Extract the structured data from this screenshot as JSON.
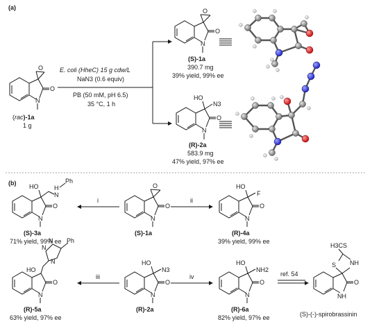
{
  "panels": {
    "a_label": "(a)",
    "b_label": "(b)"
  },
  "panel_a": {
    "start": {
      "label_prefix": "(",
      "label_rac": "rac",
      "label_suffix": ")-1a",
      "mass": "1 g"
    },
    "conditions": {
      "line1": "E. coli (HheC) 15 g cdw/L",
      "line2": "NaN3 (0.6 equiv)",
      "line3": "PB (50 mM, pH 6.5)",
      "line4": "35 °C, 1 h"
    },
    "product_top": {
      "label": "(S)-1a",
      "mass": "390.7 mg",
      "yield": "39% yield, 99% ee"
    },
    "product_bottom": {
      "label": "(R)-2a",
      "mass": "583.9 mg",
      "yield": "47% yield, 97% ee"
    }
  },
  "panel_b": {
    "center_top": {
      "label": "(S)-1a"
    },
    "left_top": {
      "label": "(S)-3a",
      "yield": "71% yield, 99% ee",
      "substituent": "Ph"
    },
    "right_top": {
      "label": "(R)-4a",
      "yield": "39% yield, 99% ee",
      "substituent": "F"
    },
    "center_bottom": {
      "label": "(R)-2a"
    },
    "left_bottom": {
      "label": "(R)-5a",
      "yield": "63% yield, 97% ee",
      "substituent": "Ph"
    },
    "right_bottom": {
      "label": "(R)-6a",
      "yield": "82% yield, 97% ee",
      "substituent": "NH2"
    },
    "final": {
      "label": "(S)-(-)-spirobrassinin",
      "substituent": "H3CS",
      "ref": "ref. 54"
    },
    "steps": {
      "i": "i",
      "ii": "ii",
      "iii": "iii",
      "iv": "iv"
    }
  },
  "atoms": {
    "N": "N",
    "O": "O",
    "HO": "HO",
    "N3": "N3",
    "H": "H",
    "S": "S",
    "NH": "NH"
  }
}
